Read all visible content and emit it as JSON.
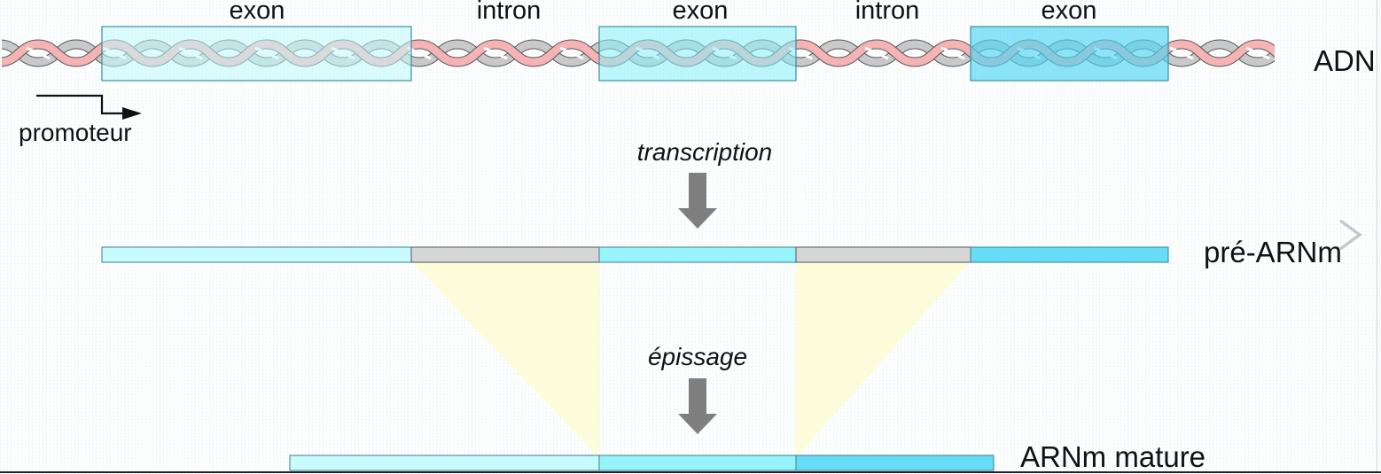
{
  "labels": {
    "exon": "exon",
    "intron": "intron",
    "adn": "ADN",
    "promoteur": "promoteur",
    "transcription": "transcription",
    "pre_arnm": "pré-ARNm",
    "epissage": "épissage",
    "arnm_mature": "ARNm mature"
  },
  "segments": [
    {
      "type": "exon",
      "label": "exon",
      "color": "#c8fbfd"
    },
    {
      "type": "intron",
      "label": "intron",
      "color": "#d6d6d6"
    },
    {
      "type": "exon",
      "label": "exon",
      "color": "#97f4fb"
    },
    {
      "type": "intron",
      "label": "intron",
      "color": "#d6d6d6"
    },
    {
      "type": "exon",
      "label": "exon",
      "color": "#66dcf7"
    }
  ],
  "colors": {
    "helix_strand_a": "#f5b3b3",
    "helix_strand_b": "#c9c9c9",
    "splice_region": "#fdfddc",
    "arrow": "#7f7f7f"
  },
  "icons": {
    "promoter": "bent-arrow-icon",
    "step": "down-arrow-icon",
    "nav": "chevron-right-icon"
  }
}
